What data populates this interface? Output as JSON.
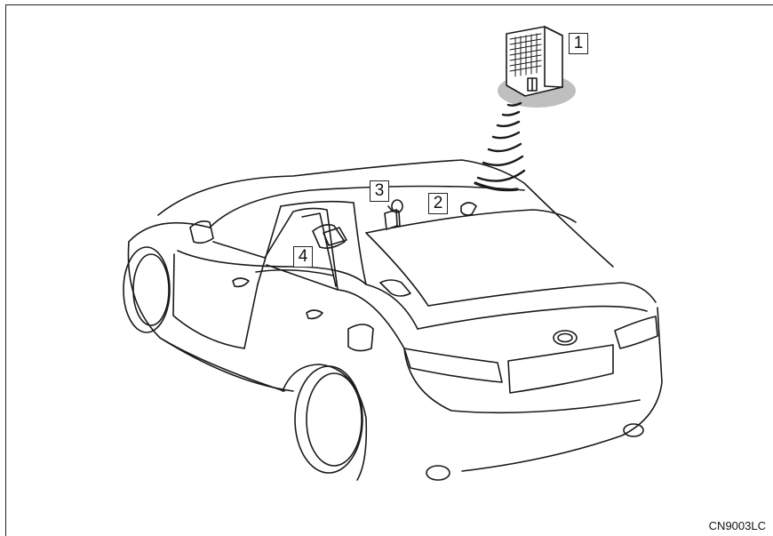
{
  "callouts": {
    "c1": "1",
    "c2": "2",
    "c3": "3",
    "c4": "4"
  },
  "figure_code": "CN9003LC"
}
